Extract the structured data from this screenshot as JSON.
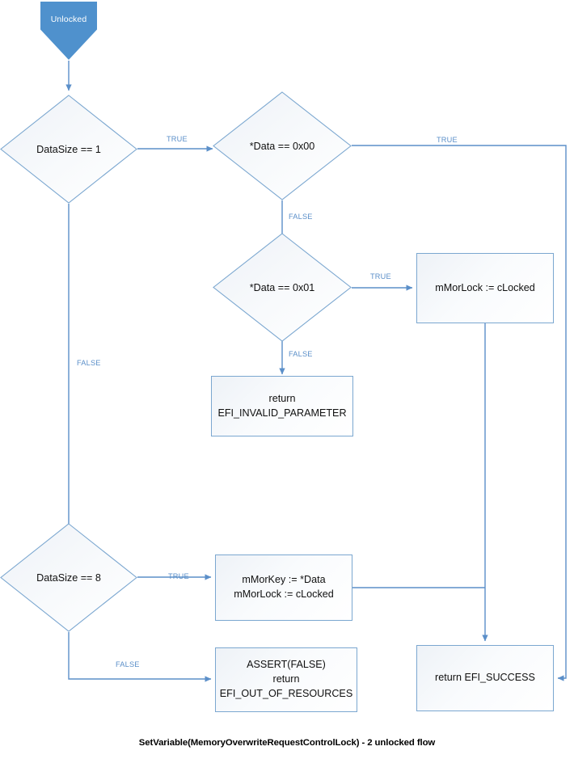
{
  "diagram": {
    "caption": "SetVariable(MemoryOverwriteRequestControlLock) - 2 unlocked flow",
    "colors": {
      "start_fill": "#4f91cd",
      "start_text": "#ffffff",
      "edge_stroke": "#5b8fc9",
      "node_border": "#7ba7d0",
      "node_fill": "#f4f7fb",
      "label_text": "#5b8fc9",
      "body_text": "#101010"
    },
    "nodes": {
      "start": {
        "label": "Unlocked"
      },
      "decision_datasize_1": {
        "label": "DataSize == 1"
      },
      "decision_data_0x00": {
        "label": "*Data == 0x00"
      },
      "decision_data_0x01": {
        "label": "*Data == 0x01"
      },
      "process_mmorlock_clocked": {
        "lines": [
          "mMorLock := cLocked"
        ]
      },
      "return_invalid_parameter": {
        "lines": [
          "return",
          "EFI_INVALID_PARAMETER"
        ]
      },
      "decision_datasize_8": {
        "label": "DataSize == 8"
      },
      "process_mmorkey_assign": {
        "lines": [
          "mMorKey := *Data",
          "mMorLock := cLocked"
        ]
      },
      "return_out_of_resources": {
        "lines": [
          "ASSERT(FALSE)",
          "return",
          "EFI_OUT_OF_RESOURCES"
        ]
      },
      "return_success": {
        "lines": [
          "return EFI_SUCCESS"
        ]
      }
    },
    "edge_labels": {
      "datasize1_true": "TRUE",
      "datasize1_false": "FALSE",
      "data00_true": "TRUE",
      "data00_false": "FALSE",
      "data01_true": "TRUE",
      "data01_false": "FALSE",
      "datasize8_true": "TRUE",
      "datasize8_false": "FALSE"
    }
  }
}
